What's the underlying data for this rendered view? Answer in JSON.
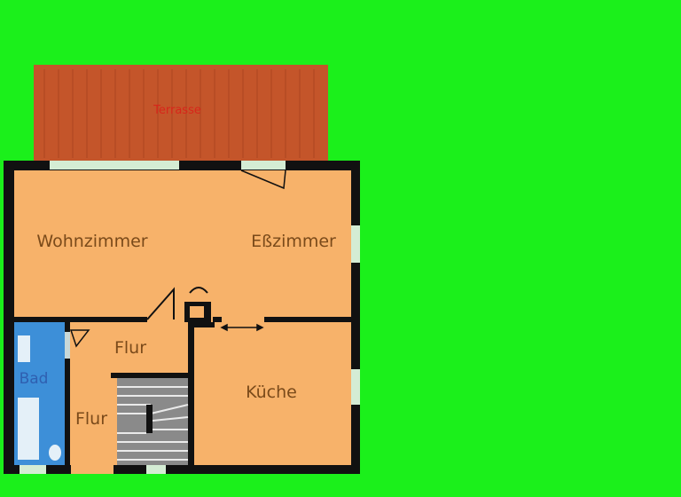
{
  "background_color": "#1bf01b",
  "colors": {
    "wall": "#111111",
    "floor": "#f7b26a",
    "terrace": "#c4552a",
    "bath": "#3d8fd8",
    "window": "#d4ecd4",
    "stairs": "#8a8a8a"
  },
  "terrace": {
    "label": "Terrasse"
  },
  "rooms": {
    "wohnzimmer": "Wohnzimmer",
    "esszimmer": "Eßzimmer",
    "flur_upper": "Flur",
    "flur_lower": "Flur",
    "bad": "Bad",
    "kueche": "Küche"
  }
}
